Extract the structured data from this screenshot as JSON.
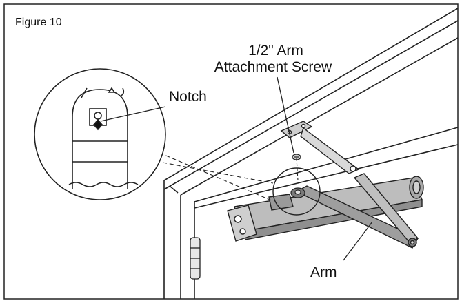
{
  "figure": {
    "title": "Figure 10",
    "labels": {
      "notch": "Notch",
      "screw_line1": "1/2\" Arm",
      "screw_line2": "Attachment Screw",
      "arm": "Arm"
    }
  }
}
